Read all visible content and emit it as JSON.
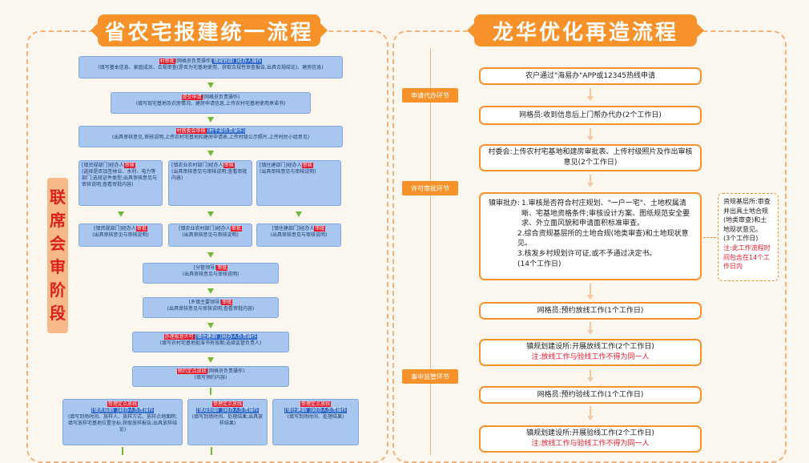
{
  "left": {
    "title": "省农宅报建统一流程",
    "side_label": [
      "联",
      "席",
      "会",
      "审",
      "阶",
      "段"
    ],
    "box1": {
      "tag1": "村审批",
      "mid1": "(网格员负责操作)",
      "tag2": "镇规划部门经办人操作",
      "desc": "(填写基本信息、家庭成员、合规审查(是否为宅基地使用、获取合规性审查报告,出具合规结论)、建房信息)"
    },
    "box2": {
      "tag1": "提交申请",
      "mid1": "(网格员负责操作)",
      "desc": "(填写现宅基地及农房情况、建房申请信息,上传农村宅基地使用承诺书)"
    },
    "box3": {
      "tag1": "村居委会审核",
      "tag2": "(村干部负责操作)",
      "desc": "(出具审核意见,审核说明,上传农村宅基地和建房申请表,上传村级公示照片,上传村民小组意见)"
    },
    "row4": [
      {
        "tag": "审核",
        "pre": "[镇资规部门]经办人",
        "desc": "(选择是否加签林业、水利、电力等部门;选择证件类型;出具审核意见与审核说明;查看审批内容)"
      },
      {
        "tag": "审核",
        "pre": "[镇农业农村部门]经办人",
        "desc": "(出具审核意见与审核说明;查看审批内容)"
      },
      {
        "tag": "审核",
        "pre": "[镇住建部门]经办人",
        "desc": "(出具审核意见与审核说明)"
      }
    ],
    "row5": [
      {
        "tag": "审批",
        "pre": "[镇资规部门]经办人",
        "desc": "(出具审核意见与审核说明)"
      },
      {
        "tag": "审批",
        "pre": "[镇农业农村部门]经办人",
        "desc": "(出具审核意见与审核说明)"
      },
      {
        "tag": "审批",
        "pre": "[镇住建部门]经办人",
        "desc": "(出具审核意见与审核说明)"
      }
    ],
    "box6": {
      "pre": "[分管领导]",
      "tag": "审批",
      "desc": "(出具审核意见与审核说明)"
    },
    "box7": {
      "pre": "[乡镇主要领导]",
      "tag": "审批",
      "desc": "(出具审核意见与审核说明;查看审批内容)"
    },
    "box8": {
      "tag1": "办理规划许可",
      "tag2": "[镇住建部门]经办人负责操作",
      "desc": "(填写农村宅基地批准书有效期;选择监管负责人)"
    },
    "box9": {
      "tag1": "预约定点放线",
      "mid1": "(网格员负责操作)",
      "desc": "(填写预约内容)"
    },
    "row10": [
      {
        "tag": "受理定点放线",
        "sub": "[镇资规部门]经办人负责操作",
        "desc": "(填写到场时间、放样人、放样方式、放样点地面积;填写放样宅基地位置坐标;获取放样报告;出具放样结论)"
      },
      {
        "tag": "受理定点放线",
        "sub": "[镇规划部门]经办人负责操作",
        "desc": "(填写到场时间、处理结果;出具放样结果)"
      },
      {
        "tag": "受理定点放线",
        "sub": "[镇住建部门]经办人负责操作",
        "desc": "(填写到场时间、处理结果)"
      }
    ]
  },
  "right": {
    "title": "龙华优化再造流程",
    "stages": [
      "申请代办环节",
      "许可审批环节",
      "事中监管环节"
    ],
    "b1": "农户通过\"海易办\"APP或12345热线申请",
    "b2": "网格员:收到信息后上门帮办代办(2个工作日)",
    "b3": "村委会:上传农村宅基地和建房审批表、上传村级照片及作出审核意见(2个工作日)",
    "b4": {
      "head": "镇审批办:",
      "l1": "1.审核是否符合村庄规划、\"一户一宅\"、土地权属清晰、宅基地资格条件;审核设计方案、图纸规范安全要求、外立面风貌和申请面积标准审查。",
      "l2": "2.综合资规基层所的土地合规(地类审查)和土地现状意见。",
      "l3": "3.核发乡村规划许可证,或不予通过决定书。",
      "l4": "(14个工作日)"
    },
    "note": {
      "l1": "资规基层所:审查并出具土地合规(地类审查)和土地现状意见。",
      "l2": "(3个工作日)",
      "l3": "注:此工作流程时间包含在14个工作日内"
    },
    "b5": "网格员:预约放线工作(1个工作日)",
    "b6": {
      "l1": "镇规划建设所:开展放线工作(2个工作日)",
      "l2": "注:放线工作与验线工作不得为同一人"
    },
    "b7": "网格员:预约验线工作(1个工作日)",
    "b8": {
      "l1": "镇规划建设所:开展验线工作(2个工作日)",
      "l2": "注:放线工作与验线工作不得为同一人"
    }
  },
  "colors": {
    "orange": "#f7922a",
    "blue_box": "#a9c6ee",
    "red_tag": "#e8182a",
    "green_arrow": "#6fb83a"
  }
}
